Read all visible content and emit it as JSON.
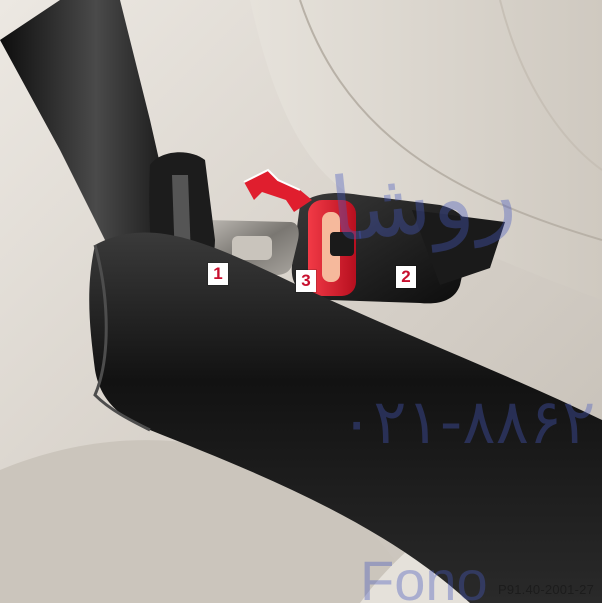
{
  "figure": {
    "callouts": [
      {
        "id": "1",
        "label": "1"
      },
      {
        "id": "2",
        "label": "2"
      },
      {
        "id": "3",
        "label": "3"
      }
    ],
    "reference_code": "P91.40-2001-27",
    "watermark": {
      "line1": "روشا",
      "line2": "۰۲۱-۸۸۶۲",
      "line3": "Fono"
    },
    "colors": {
      "seat": "#d7d2ca",
      "belt": "#151515",
      "release_button": "#e21b2e",
      "arrow": "#e01e2e",
      "callout_text": "#c80f2e"
    }
  }
}
